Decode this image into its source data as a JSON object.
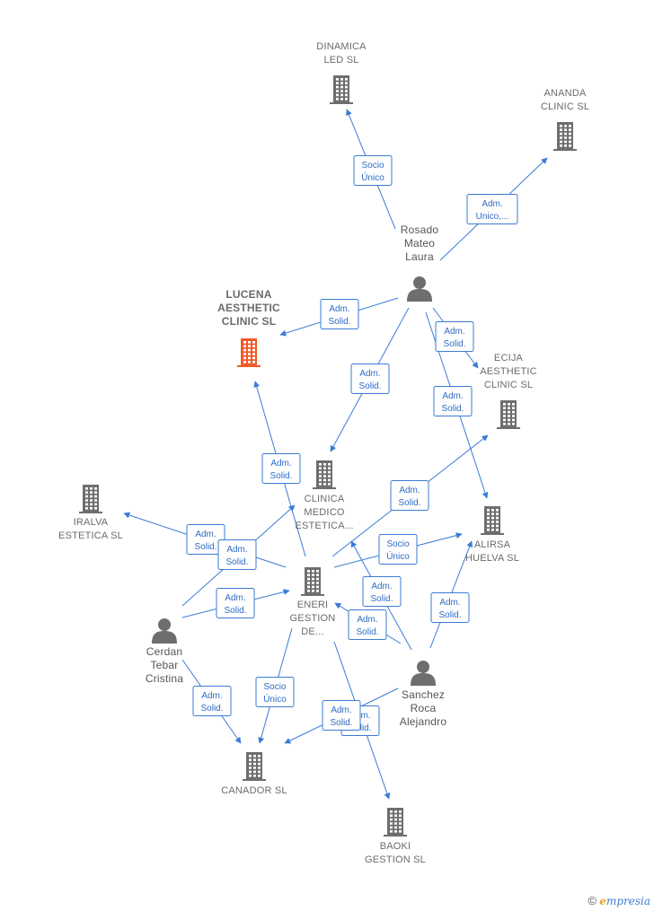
{
  "nodes": [
    {
      "id": "dinamica",
      "type": "company",
      "lines": [
        "DINAMICA",
        "LED SL"
      ]
    },
    {
      "id": "ananda",
      "type": "company",
      "lines": [
        "ANANDA",
        "CLINIC  SL"
      ]
    },
    {
      "id": "lucena",
      "type": "company",
      "main": true,
      "lines": [
        "LUCENA",
        "AESTHETIC",
        "CLINIC  SL"
      ]
    },
    {
      "id": "rosado",
      "type": "person",
      "lines": [
        "Rosado",
        "Mateo",
        "Laura"
      ]
    },
    {
      "id": "ecija",
      "type": "company",
      "lines": [
        "ECIJA",
        "AESTHETIC",
        "CLINIC  SL"
      ]
    },
    {
      "id": "clinica",
      "type": "company",
      "lines": [
        "CLINICA",
        "MEDICO",
        "ESTETICA..."
      ]
    },
    {
      "id": "iralva",
      "type": "company",
      "lines": [
        "IRALVA",
        "ESTETICA  SL"
      ]
    },
    {
      "id": "alirsa",
      "type": "company",
      "lines": [
        "ALIRSA",
        "HUELVA  SL"
      ]
    },
    {
      "id": "eneri",
      "type": "company",
      "lines": [
        "ENERI",
        "GESTION",
        "DE..."
      ]
    },
    {
      "id": "cerdan",
      "type": "person",
      "lines": [
        "Cerdan",
        "Tebar",
        "Cristina"
      ]
    },
    {
      "id": "sanchez",
      "type": "person",
      "lines": [
        "Sanchez",
        "Roca",
        "Alejandro"
      ]
    },
    {
      "id": "canador",
      "type": "company",
      "lines": [
        "CANADOR SL"
      ]
    },
    {
      "id": "baoki",
      "type": "company",
      "lines": [
        "BAOKI",
        "GESTION  SL"
      ]
    }
  ],
  "edges": [
    {
      "from": "rosado",
      "to": "dinamica",
      "lines": [
        "Socio",
        "Único"
      ]
    },
    {
      "from": "rosado",
      "to": "ananda",
      "lines": [
        "Adm.",
        "Unico,..."
      ]
    },
    {
      "from": "rosado",
      "to": "lucena",
      "lines": [
        "Adm.",
        "Solid."
      ]
    },
    {
      "from": "rosado",
      "to": "ecija",
      "lines": [
        "Adm.",
        "Solid."
      ]
    },
    {
      "from": "rosado",
      "to": "clinica",
      "lines": [
        "Adm.",
        "Solid."
      ]
    },
    {
      "from": "rosado",
      "to": "alirsa",
      "lines": [
        "Adm.",
        "Solid."
      ]
    },
    {
      "from": "eneri",
      "to": "lucena",
      "lines": [
        "Adm.",
        "Solid."
      ]
    },
    {
      "from": "eneri",
      "to": "iralva",
      "lines": [
        "Adm.",
        "Solid."
      ]
    },
    {
      "from": "cerdan",
      "to": "clinica",
      "lines": [
        "Adm.",
        "Solid."
      ]
    },
    {
      "from": "cerdan",
      "to": "eneri",
      "lines": [
        "Adm.",
        "Solid."
      ]
    },
    {
      "from": "cerdan",
      "to": "canador",
      "lines": [
        "Adm.",
        "Solid."
      ]
    },
    {
      "from": "eneri",
      "to": "ecija",
      "lines": [
        "Adm.",
        "Solid."
      ]
    },
    {
      "from": "eneri",
      "to": "alirsa",
      "lines": [
        "Socio",
        "Único"
      ]
    },
    {
      "from": "eneri",
      "to": "canador",
      "lines": [
        "Socio",
        "Único"
      ]
    },
    {
      "from": "eneri",
      "to": "baoki",
      "lines": [
        "Adm.",
        "Solid."
      ]
    },
    {
      "from": "sanchez",
      "to": "clinica",
      "lines": [
        "Adm.",
        "Solid."
      ]
    },
    {
      "from": "sanchez",
      "to": "eneri",
      "lines": [
        "Adm.",
        "Solid."
      ]
    },
    {
      "from": "sanchez",
      "to": "alirsa",
      "lines": [
        "Adm.",
        "Solid."
      ]
    },
    {
      "from": "sanchez",
      "to": "canador",
      "lines": [
        "Adm.",
        "Solid."
      ]
    },
    {
      "from": "sanchez",
      "to": "baoki",
      "lines": [
        "Adm.",
        "Solid."
      ]
    }
  ],
  "colors": {
    "edge": "#3a7bd5",
    "company": "#6e6e6e",
    "main": "#f05a28",
    "person": "#6e6e6e"
  },
  "footer": {
    "copyright": "©",
    "brand_initial": "e",
    "brand_rest": "mpresia"
  }
}
